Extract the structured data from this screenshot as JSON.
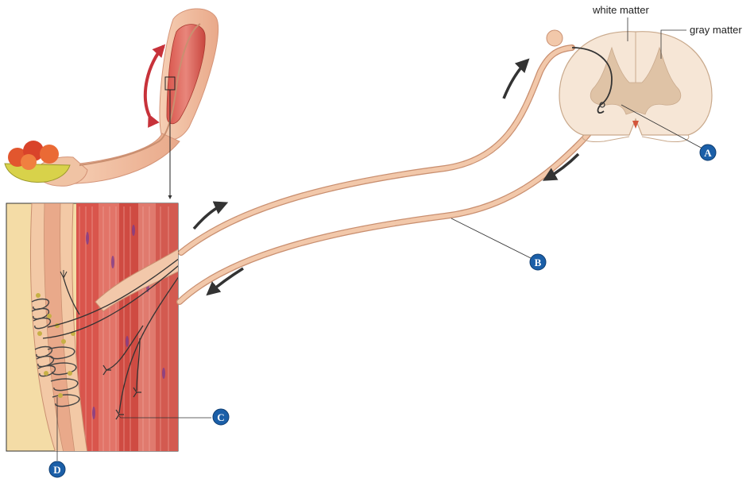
{
  "labels": {
    "white_matter": "white matter",
    "gray_matter": "gray matter"
  },
  "markers": {
    "a": "A",
    "b": "B",
    "c": "C",
    "d": "D"
  },
  "colors": {
    "muscle_red": "#c9463f",
    "muscle_light": "#e8867b",
    "nerve_fill": "#f2c8aa",
    "nerve_stroke": "#c98f70",
    "panel_bg": "#f4dca6",
    "skin": "#f0c3a4",
    "cord_white": "#f6e6d6",
    "cord_gray": "#dfc3a6",
    "badge": "#1b5fa8",
    "motion_arrow": "#c7323a",
    "flow_arrow": "#333333"
  }
}
